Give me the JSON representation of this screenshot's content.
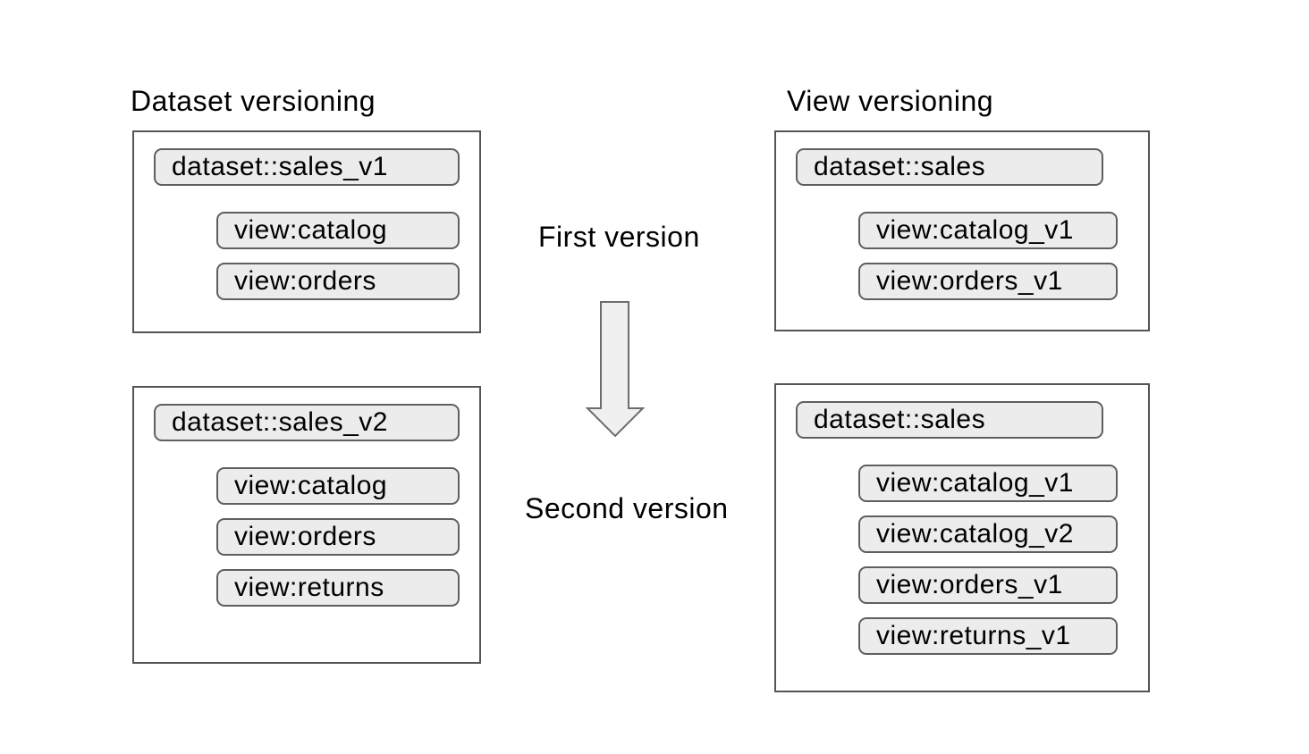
{
  "diagram": {
    "dataset_versioning": {
      "title": "Dataset versioning",
      "first": {
        "dataset": "dataset::sales_v1",
        "views": [
          "view:catalog",
          "view:orders"
        ]
      },
      "second": {
        "dataset": "dataset::sales_v2",
        "views": [
          "view:catalog",
          "view:orders",
          "view:returns"
        ]
      }
    },
    "view_versioning": {
      "title": "View versioning",
      "first": {
        "dataset": "dataset::sales",
        "views": [
          "view:catalog_v1",
          "view:orders_v1"
        ]
      },
      "second": {
        "dataset": "dataset::sales",
        "views": [
          "view:catalog_v1",
          "view:catalog_v2",
          "view:orders_v1",
          "view:returns_v1"
        ]
      }
    },
    "center": {
      "first_label": "First version",
      "second_label": "Second version",
      "arrow": "down-arrow"
    },
    "colors": {
      "background": "#ffffff",
      "text": "#000000",
      "box_border": "#545454",
      "pill_fill": "#ececec",
      "pill_border": "#5f5f5f",
      "arrow_fill": "#f0f0f0",
      "arrow_border": "#6d6d6d"
    }
  }
}
